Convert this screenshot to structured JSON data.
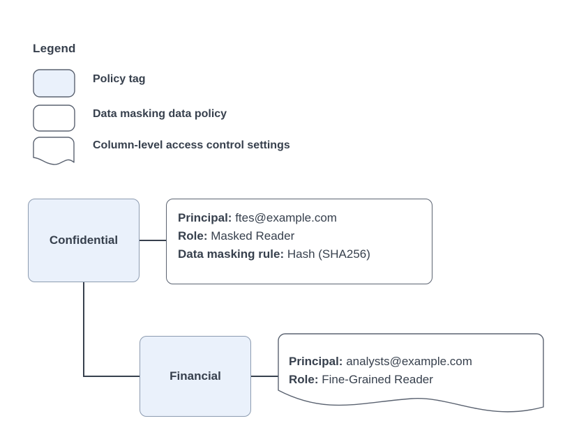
{
  "legend": {
    "title": "Legend",
    "items": [
      {
        "shape": "rounded-rect-filled",
        "label": "Policy tag"
      },
      {
        "shape": "rounded-rect",
        "label": "Data masking data policy"
      },
      {
        "shape": "wave-document",
        "label": "Column-level access control settings"
      }
    ]
  },
  "diagram": {
    "nodes": [
      {
        "id": "confidential",
        "label": "Confidential"
      },
      {
        "id": "financial",
        "label": "Financial"
      }
    ],
    "masking_policy": {
      "lines": [
        {
          "key": "Principal:",
          "value": "ftes@example.com"
        },
        {
          "key": "Role:",
          "value": "Masked Reader"
        },
        {
          "key": "Data masking rule:",
          "value": "Hash (SHA256)"
        }
      ]
    },
    "access_control": {
      "lines": [
        {
          "key": "Principal:",
          "value": "analysts@example.com"
        },
        {
          "key": "Role:",
          "value": "Fine-Grained Reader"
        }
      ]
    }
  },
  "colors": {
    "tag_fill": "#eaf1fb",
    "tag_border": "#8c9bb0",
    "box_border": "#5a6270",
    "text": "#37404d",
    "connector": "#37404d",
    "background": "#ffffff"
  }
}
